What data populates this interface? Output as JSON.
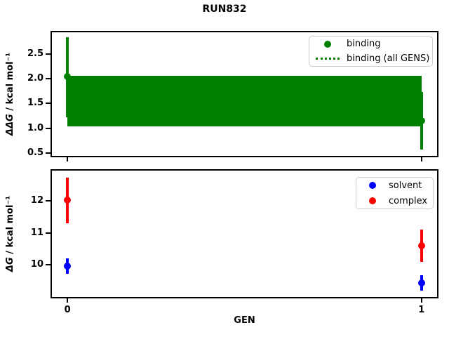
{
  "title": "RUN832",
  "xlabel": "GEN",
  "colors": {
    "binding": "#008000",
    "solvent": "#0000ff",
    "complex": "#ff0000",
    "frame": "#000000",
    "legend_border": "#cccccc"
  },
  "chart_data": [
    {
      "type": "scatter",
      "panel": "top",
      "ylabel": "ΔΔG / kcal mol⁻¹",
      "ylabel_parts": [
        "ΔΔG",
        " / kcal mol⁻¹"
      ],
      "xlim": [
        -0.044,
        1.044
      ],
      "ylim": [
        0.44,
        2.94
      ],
      "grid": false,
      "xticks": [
        {
          "v": 0,
          "label": "0"
        },
        {
          "v": 1,
          "label": "1"
        }
      ],
      "yticks": [
        {
          "v": 0.5,
          "label": "0.5"
        },
        {
          "v": 1.0,
          "label": "1.0"
        },
        {
          "v": 1.5,
          "label": "1.5"
        },
        {
          "v": 2.0,
          "label": "2.0"
        },
        {
          "v": 2.5,
          "label": "2.5"
        }
      ],
      "series": [
        {
          "name": "binding",
          "type": "points",
          "color": "#008000",
          "points": [
            {
              "x": 0,
              "y": 2.04,
              "lo": 1.22,
              "hi": 2.84
            },
            {
              "x": 1,
              "y": 1.15,
              "lo": 0.57,
              "hi": 1.73
            }
          ]
        },
        {
          "name": "binding (all GENS)",
          "type": "band",
          "color": "#008000",
          "x": [
            0,
            1
          ],
          "lo": 1.04,
          "hi": 2.06
        }
      ],
      "legend": {
        "position": "upper right",
        "entries": [
          {
            "label": "binding",
            "glyph": "dot"
          },
          {
            "label": "binding (all GENS)",
            "glyph": "dotted-line"
          }
        ]
      }
    },
    {
      "type": "scatter",
      "panel": "bottom",
      "ylabel": "ΔG / kcal mol⁻¹",
      "ylabel_parts": [
        "ΔG",
        " / kcal mol⁻¹"
      ],
      "xlim": [
        -0.044,
        1.044
      ],
      "ylim": [
        9.0,
        12.95
      ],
      "grid": false,
      "xticks": [
        {
          "v": 0,
          "label": "0"
        },
        {
          "v": 1,
          "label": "1"
        }
      ],
      "yticks": [
        {
          "v": 10,
          "label": "10"
        },
        {
          "v": 11,
          "label": "11"
        },
        {
          "v": 12,
          "label": "12"
        }
      ],
      "series": [
        {
          "name": "solvent",
          "type": "points",
          "color": "#0000ff",
          "points": [
            {
              "x": 0,
              "y": 9.97,
              "lo": 9.72,
              "hi": 10.21
            },
            {
              "x": 1,
              "y": 9.44,
              "lo": 9.19,
              "hi": 9.69
            }
          ]
        },
        {
          "name": "complex",
          "type": "points",
          "color": "#ff0000",
          "points": [
            {
              "x": 0,
              "y": 12.03,
              "lo": 11.3,
              "hi": 12.72
            },
            {
              "x": 1,
              "y": 10.6,
              "lo": 10.1,
              "hi": 11.1
            }
          ]
        }
      ],
      "legend": {
        "position": "upper right",
        "entries": [
          {
            "label": "solvent",
            "glyph": "dot"
          },
          {
            "label": "complex",
            "glyph": "dot"
          }
        ]
      }
    }
  ]
}
